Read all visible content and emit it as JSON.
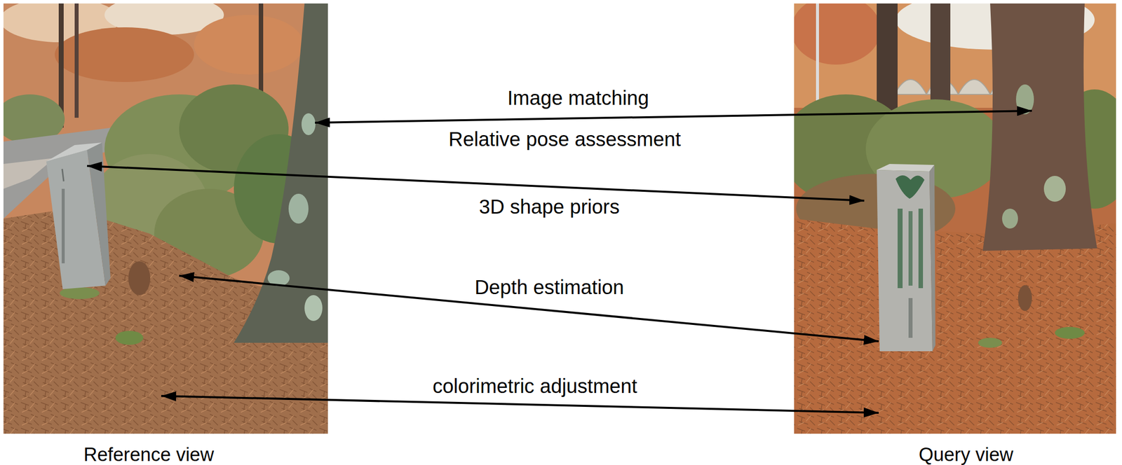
{
  "diagram": {
    "nodes": [
      {
        "text": [
          "Reference view"
        ]
      },
      {
        "text": [
          "Query view"
        ]
      }
    ],
    "edges": [
      {
        "from": 0,
        "to": 1,
        "arrow": "both",
        "label": "Image matching"
      },
      {
        "from": 0,
        "to": 1,
        "arrow": "both",
        "label": "3D shape priors"
      },
      {
        "from": 0,
        "to": 1,
        "arrow": "both",
        "label": "Depth estimation"
      },
      {
        "from": 0,
        "to": 1,
        "arrow": "both",
        "label": "colorimetric adjustment"
      }
    ],
    "labels": [
      "Relative pose assessment"
    ]
  }
}
